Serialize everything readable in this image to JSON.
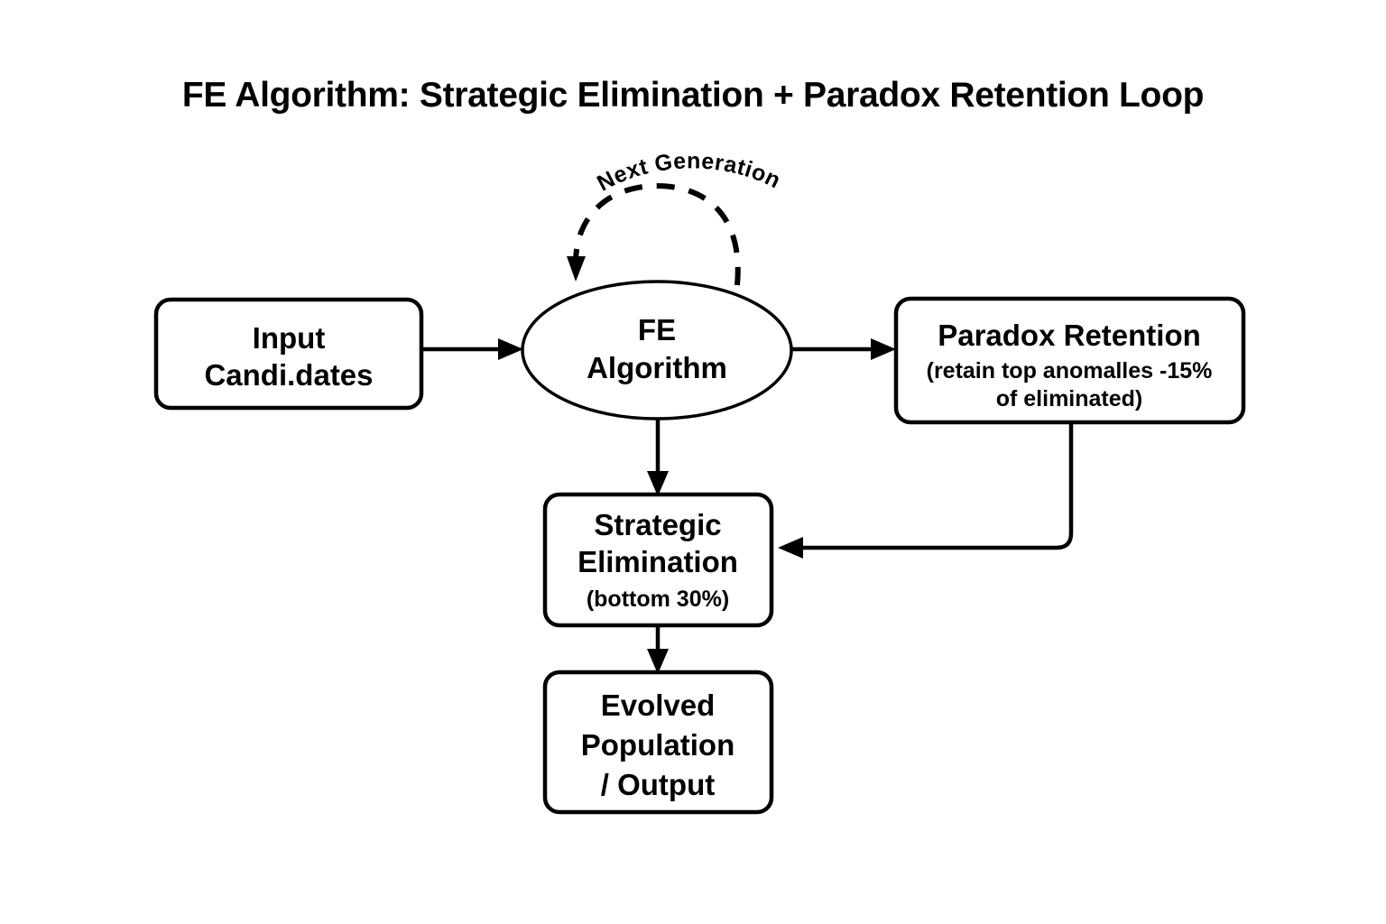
{
  "diagram": {
    "title": "FE Algorithm: Strategic Elimination + Paradox Retention Loop",
    "type": "flowchart",
    "background_color": "#ffffff",
    "line_color": "#000000",
    "nodes": {
      "input": {
        "shape": "rounded-rectangle",
        "line1": "Input",
        "line2": "Candi.dates"
      },
      "fe_algorithm": {
        "shape": "ellipse",
        "line1": "FE",
        "line2": "Algorithm"
      },
      "paradox_retention": {
        "shape": "rounded-rectangle",
        "line1": "Paradox Retention",
        "line2": "(retain top anomalles -15%",
        "line3": "of eliminated)"
      },
      "strategic_elimination": {
        "shape": "rounded-rectangle",
        "line1": "Strategic",
        "line2": "Elimination",
        "line3": "(bottom 30%)"
      },
      "evolved_population": {
        "shape": "rounded-rectangle",
        "line1": "Evolved",
        "line2": "Population",
        "line3": "/ Output"
      }
    },
    "edges": {
      "loop_label": "Next Generation",
      "input_to_fe": "",
      "fe_to_paradox": "",
      "fe_to_strategic": "",
      "paradox_to_strategic": "",
      "strategic_to_evolved": ""
    }
  }
}
